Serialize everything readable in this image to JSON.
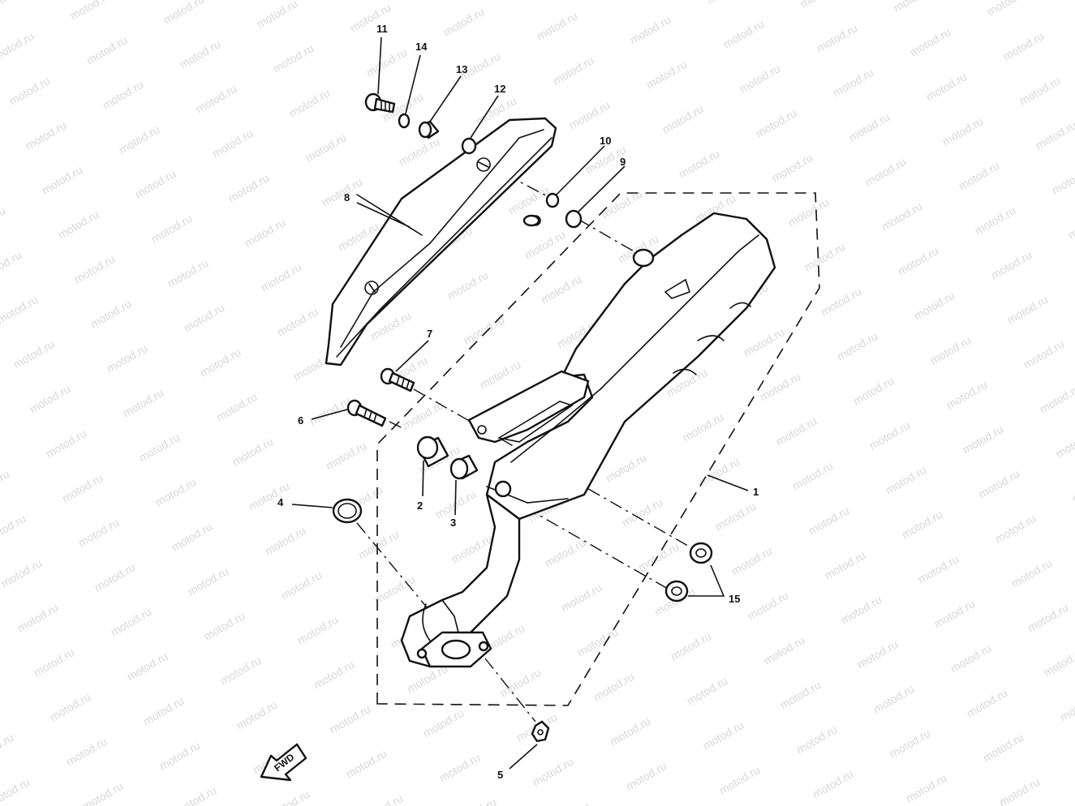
{
  "watermark": "motod.ru",
  "callouts": [
    "1",
    "2",
    "3",
    "4",
    "5",
    "6",
    "7",
    "8",
    "9",
    "10",
    "11",
    "12",
    "13",
    "14",
    "15"
  ],
  "fwd_label": "FWD",
  "colors": {
    "line": "#111111",
    "background": "#ffffff",
    "watermark": "#b8b8b8"
  }
}
